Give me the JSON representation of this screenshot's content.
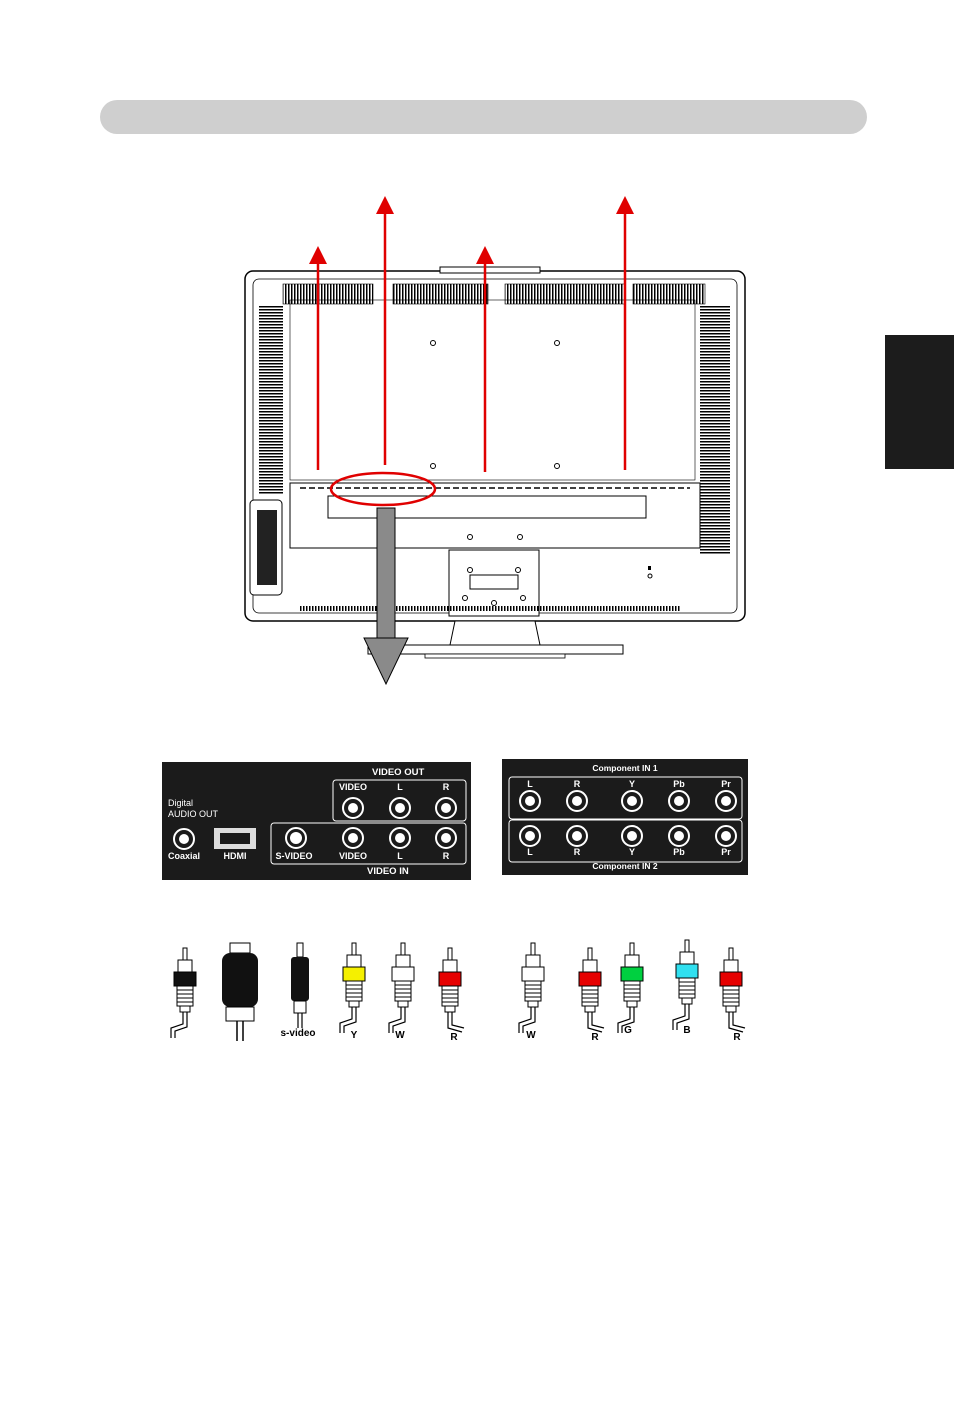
{
  "io_panel": {
    "video_out_title": "VIDEO  OUT",
    "video_out_labels": [
      "VIDEO",
      "L",
      "R"
    ],
    "digital_label": "Digital",
    "audio_out_label": "AUDIO  OUT",
    "coaxial_label": "Coaxial",
    "hdmi_label": "HDMI",
    "video_in_labels": [
      "S-VIDEO",
      "VIDEO",
      "L",
      "R"
    ],
    "video_in_title": "VIDEO  IN"
  },
  "component_panel": {
    "in1_title": "Component     IN  1",
    "in1_labels": [
      "L",
      "R",
      "Y",
      "Pb",
      "Pr"
    ],
    "in2_labels": [
      "L",
      "R",
      "Y",
      "Pb",
      "Pr"
    ],
    "in2_title": "Component     IN  2"
  },
  "cables": [
    {
      "label": "",
      "color": "#111111"
    },
    {
      "label": "",
      "color": "#111111"
    },
    {
      "label": "s-video",
      "color": "#111111"
    },
    {
      "label": "Y",
      "color": "#f5f000"
    },
    {
      "label": "W",
      "color": "#ffffff"
    },
    {
      "label": "R",
      "color": "#e60000"
    },
    {
      "label": "W",
      "color": "#ffffff"
    },
    {
      "label": "R",
      "color": "#e60000"
    },
    {
      "label": "G",
      "color": "#00d040"
    },
    {
      "label": "B",
      "color": "#30e0f0"
    },
    {
      "label": "R",
      "color": "#e60000"
    }
  ],
  "colors": {
    "arrow_red": "#e00000",
    "panel": "#1b1b1b",
    "header": "#cfcfcf"
  }
}
